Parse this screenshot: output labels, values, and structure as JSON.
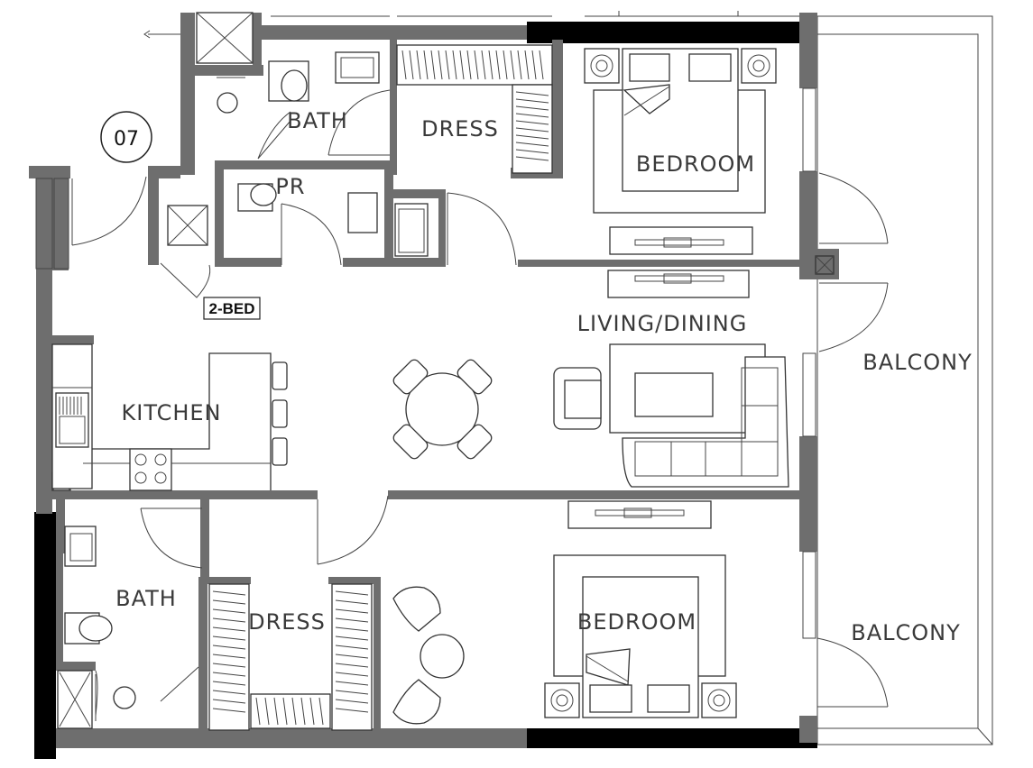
{
  "plan": {
    "unit_number": "07",
    "unit_type": "2-BED",
    "rooms": {
      "bath_top": "BATH",
      "dress_top": "DRESS",
      "bedroom_top": "BEDROOM",
      "powder_room": "PR",
      "living_dining": "LIVING/DINING",
      "balcony_top": "BALCONY",
      "kitchen": "KITCHEN",
      "bath_bottom": "BATH",
      "dress_bottom": "DRESS",
      "bedroom_bottom": "BEDROOM",
      "balcony_bottom": "BALCONY"
    }
  }
}
